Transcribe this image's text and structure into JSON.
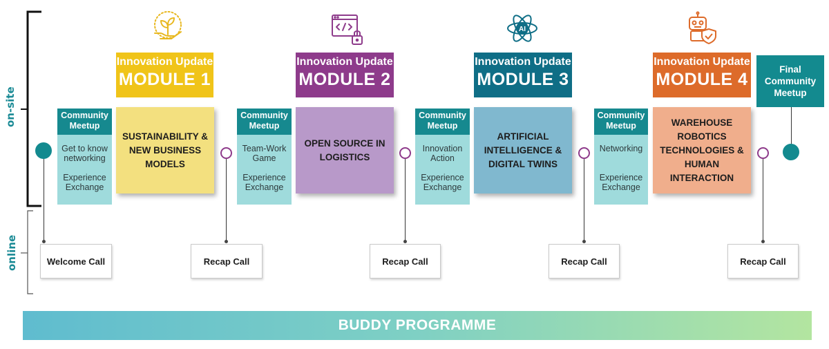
{
  "side_labels": {
    "onsite": "on-site",
    "online": "online"
  },
  "modules": [
    {
      "line1": "Innovation Update",
      "line2": "MODULE 1",
      "topic": "SUSTAINABILITY & NEW BUSINESS MODELS",
      "icon": "plant-hand-icon"
    },
    {
      "line1": "Innovation Update",
      "line2": "MODULE 2",
      "topic": "OPEN SOURCE IN LOGISTICS",
      "icon": "code-window-lock-icon"
    },
    {
      "line1": "Innovation Update",
      "line2": "MODULE 3",
      "topic": "ARTIFICIAL INTELLIGENCE & DIGITAL TWINS",
      "icon": "ai-atom-icon"
    },
    {
      "line1": "Innovation Update",
      "line2": "MODULE 4",
      "topic": "WAREHOUSE ROBOTICS TECHNOLOGIES & HUMAN INTERACTION",
      "icon": "robot-shield-icon"
    }
  ],
  "community": [
    {
      "title": "Community Meetup",
      "item1": "Get to know networking",
      "item2": "Experience Exchange"
    },
    {
      "title": "Community Meetup",
      "item1": "Team-Work Game",
      "item2": "Experience Exchange"
    },
    {
      "title": "Community Meetup",
      "item1": "Innovation Action",
      "item2": "Experience Exchange"
    },
    {
      "title": "Community Meetup",
      "item1": "Networking",
      "item2": "Experience Exchange"
    }
  ],
  "final": "Final Community Meetup",
  "calls": [
    "Welcome Call",
    "Recap Call",
    "Recap Call",
    "Recap Call",
    "Recap Call"
  ],
  "banner": "BUDDY PROGRAMME",
  "colors": {
    "module1_header": "#f0c419",
    "module1_topic": "#f3e07f",
    "module2_header": "#8e3b8b",
    "module2_topic": "#b899c9",
    "module3_header": "#0f6e86",
    "module3_topic": "#80b8cf",
    "module4_header": "#dd6b2a",
    "module4_topic": "#f0ae8c",
    "community_header": "#16898f",
    "community_body": "#9fdbdc"
  }
}
